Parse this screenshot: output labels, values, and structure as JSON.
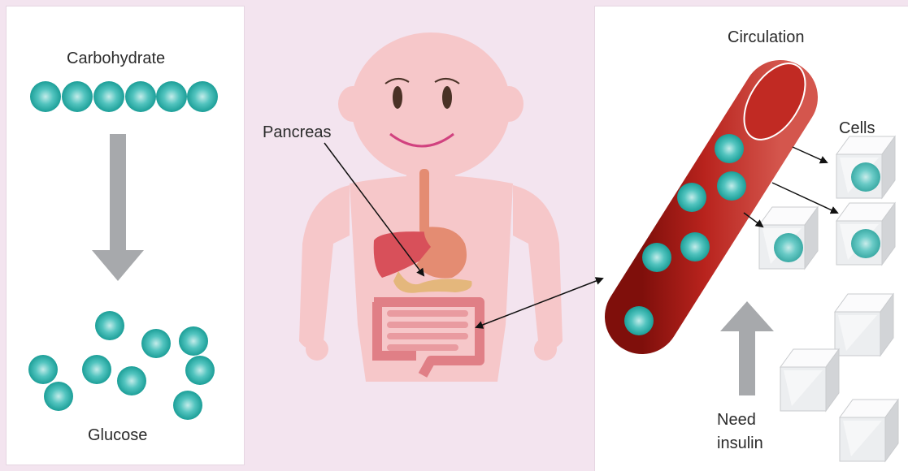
{
  "labels": {
    "carbohydrate": "Carbohydrate",
    "glucose": "Glucose",
    "pancreas": "Pancreas",
    "circulation": "Circulation",
    "cells": "Cells",
    "need_insulin_line1": "Need",
    "need_insulin_line2": "insulin"
  },
  "colors": {
    "background": "#f3e4ef",
    "panel": "#ffffff",
    "glucose": "#2aaaa6",
    "arrow_gray": "#a7a9ac",
    "blood_vessel": "#b8231d",
    "body_skin": "#f6c7c9",
    "liver": "#d8505a",
    "stomach": "#e48c72",
    "pancreas": "#e4b77c",
    "intestine": "#e07f86"
  },
  "icons": {
    "glucose_molecule": "teal-sphere-icon",
    "cell": "glass-cube-icon",
    "flow_arrow": "down-arrow-icon",
    "insulin_arrow": "up-arrow-icon"
  }
}
